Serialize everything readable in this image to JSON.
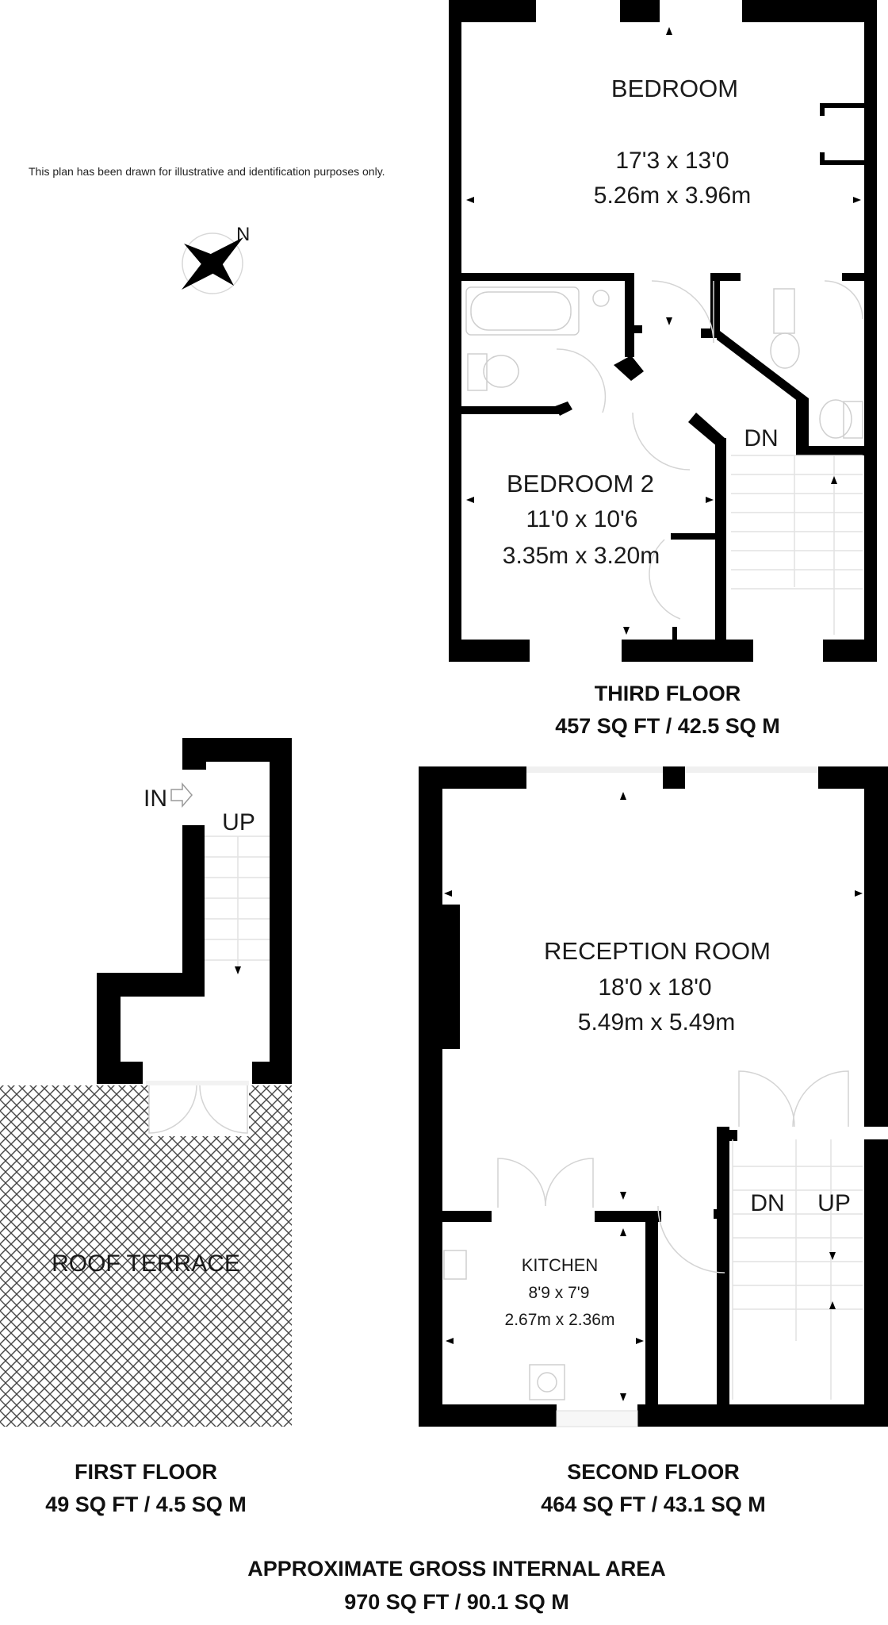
{
  "disclaimer": "This plan has been drawn for illustrative and identification purposes only.",
  "compass_label": "N",
  "third_floor": {
    "bedroom": {
      "name": "BEDROOM",
      "dim_imperial": "17'3 x 13'0",
      "dim_metric": "5.26m x 3.96m"
    },
    "bedroom2": {
      "name": "BEDROOM 2",
      "dim_imperial": "11'0 x 10'6",
      "dim_metric": "3.35m x 3.20m"
    },
    "stairs_label": "DN",
    "title": "THIRD FLOOR",
    "area": "457 SQ FT / 42.5 SQ M"
  },
  "second_floor": {
    "reception": {
      "name": "RECEPTION ROOM",
      "dim_imperial": "18'0 x 18'0",
      "dim_metric": "5.49m x 5.49m"
    },
    "kitchen": {
      "name": "KITCHEN",
      "dim_imperial": "8'9 x 7'9",
      "dim_metric": "2.67m x 2.36m"
    },
    "stairs_down": "DN",
    "stairs_up": "UP",
    "title": "SECOND FLOOR",
    "area": "464 SQ FT / 43.1 SQ M"
  },
  "first_floor": {
    "entrance_label": "IN",
    "stairs_up": "UP",
    "terrace": "ROOF TERRACE",
    "title": "FIRST FLOOR",
    "area": "49 SQ FT / 4.5 SQ M"
  },
  "total": {
    "title": "APPROXIMATE GROSS INTERNAL AREA",
    "area": "970 SQ FT / 90.1 SQ M"
  }
}
